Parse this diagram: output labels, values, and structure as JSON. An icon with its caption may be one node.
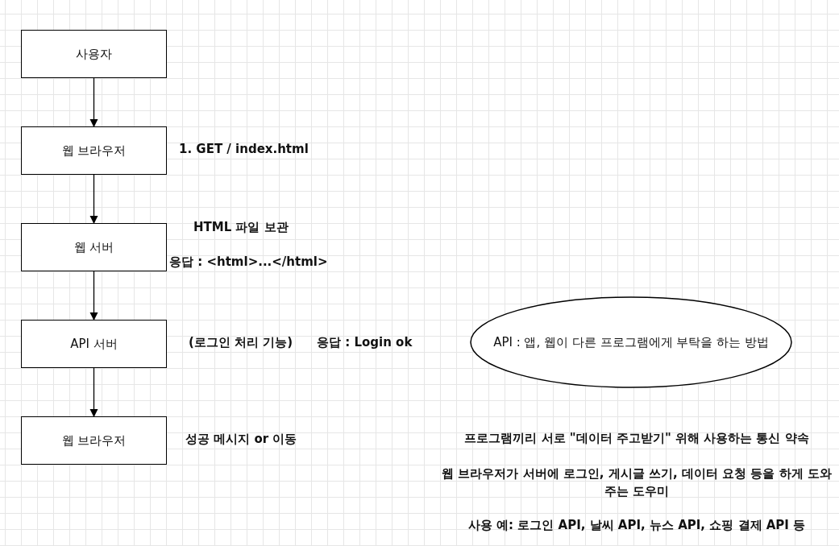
{
  "diagram": {
    "nodes": [
      {
        "text": [
          "사용자"
        ]
      },
      {
        "text": [
          "웹 브라우저"
        ],
        "beside": [
          "1. GET / index.html"
        ]
      },
      {
        "text": [
          "웹 서버"
        ],
        "beside": [
          "HTML 파일 보관",
          "응답 : <html>...</html>"
        ]
      },
      {
        "text": [
          "API 서버"
        ],
        "beside": [
          "(로그인 처리 기능)",
          "응답 : Login ok"
        ]
      },
      {
        "text": [
          "웹 브라우저"
        ],
        "beside": [
          "성공 메시지 or 이동"
        ]
      },
      {
        "text": [
          "API : 앱, 웹이 다른 프로그램에게 부탁을 하는 방법"
        ]
      }
    ],
    "edges": [
      {
        "from": 0,
        "to": 1,
        "arrow": "to"
      },
      {
        "from": 1,
        "to": 2,
        "arrow": "to"
      },
      {
        "from": 2,
        "to": 3,
        "arrow": "to"
      },
      {
        "from": 3,
        "to": 4,
        "arrow": "to"
      }
    ],
    "labels": [
      "프로그램끼리 서로 \"데이터 주고받기\" 위해 사용하는 통신 약속",
      "웹 브라우저가 서버에 로그인, 게시글 쓰기, 데이터 요청 등을 하게 도와주는 도우미",
      "사용 예: 로그인 API, 날씨 API, 뉴스 API, 쇼핑 결제 API 등"
    ]
  }
}
